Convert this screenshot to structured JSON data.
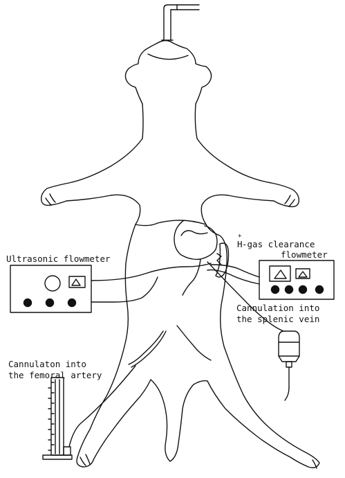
{
  "labels": {
    "ultrasonic": "Ultrasonic flowmeter",
    "h2_prefix": "H",
    "h2_super": "+",
    "h2_rest": "-gas clearance",
    "h2_line2": "flowmeter",
    "splenic_1": "Cannulation into",
    "splenic_2": "the splenic vein",
    "femoral_1": "Cannulaton into",
    "femoral_2": "the femoral artery"
  }
}
